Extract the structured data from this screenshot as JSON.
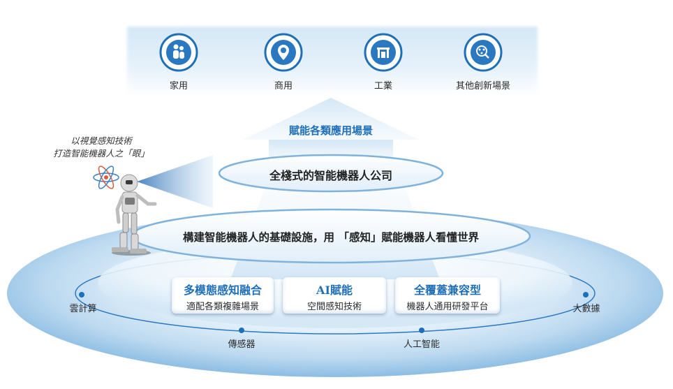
{
  "scenarios": {
    "items": [
      {
        "label": "家用",
        "icon": "family-icon"
      },
      {
        "label": "商用",
        "icon": "commerce-pin-icon"
      },
      {
        "label": "工業",
        "icon": "factory-icon"
      },
      {
        "label": "其他創新場景",
        "icon": "innovation-network-icon"
      }
    ]
  },
  "arrow": {
    "label": "賦能各類應用場景"
  },
  "caption": {
    "line1": "以視覺感知技術",
    "line2": "打造智能機器人之「眼」"
  },
  "top_ellipse": {
    "label": "全棧式的智能機器人公司"
  },
  "middle_ellipse": {
    "label": "構建智能機器人的基礎設施，用 「感知」賦能機器人看懂世界"
  },
  "cards": [
    {
      "title": "多模態感知融合",
      "subtitle": "適配各類複雜場景"
    },
    {
      "title": "AI賦能",
      "subtitle": "空間感知技術"
    },
    {
      "title": "全覆蓋兼容型",
      "subtitle": "機器人通用研發平台"
    }
  ],
  "base_nodes": [
    {
      "label": "雲計算"
    },
    {
      "label": "傳感器"
    },
    {
      "label": "人工智能"
    },
    {
      "label": "大數據"
    }
  ],
  "colors": {
    "accent": "#1f6fb8",
    "light_blue": "#cfe4f5",
    "mid_blue": "#7fb3dc"
  }
}
